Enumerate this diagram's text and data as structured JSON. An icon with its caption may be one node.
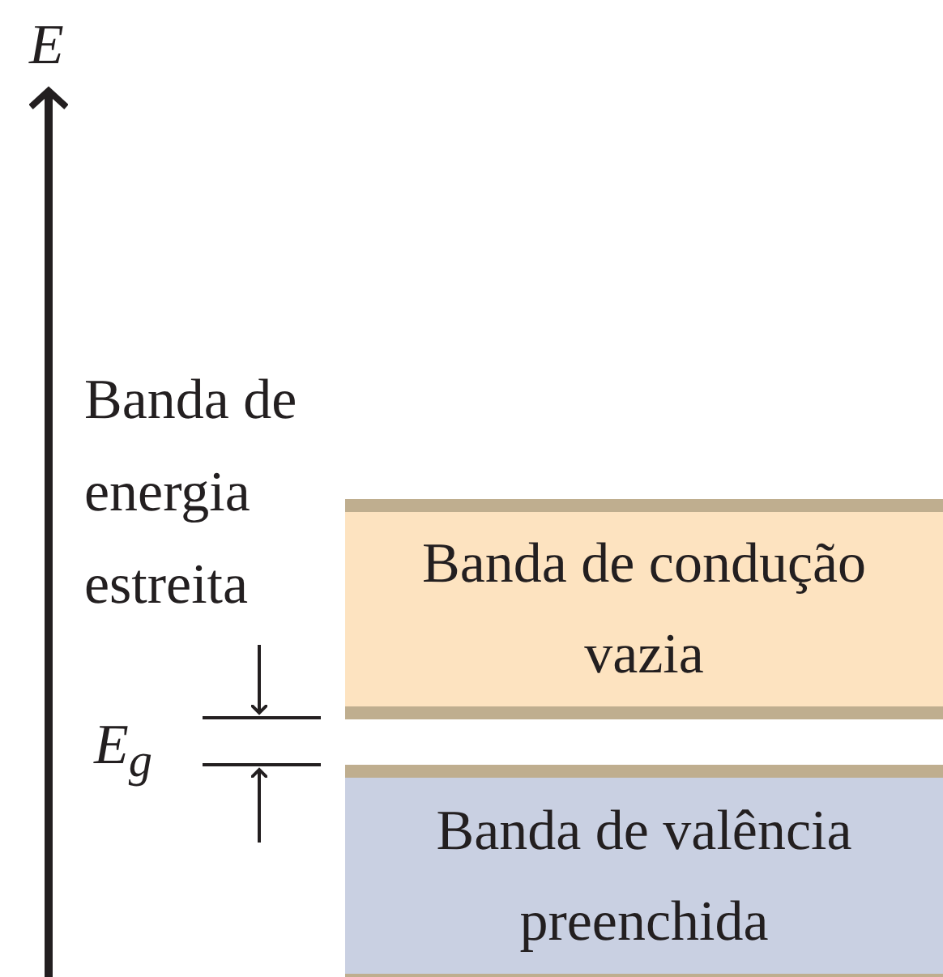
{
  "diagram": {
    "nodes": [
      {
        "text": [
          "Banda de condução vazia"
        ]
      },
      {
        "text": [
          "Banda de valência preenchida"
        ]
      }
    ],
    "labels": [
      "E",
      "Banda de energia estreita",
      "E$_{g}$"
    ]
  }
}
